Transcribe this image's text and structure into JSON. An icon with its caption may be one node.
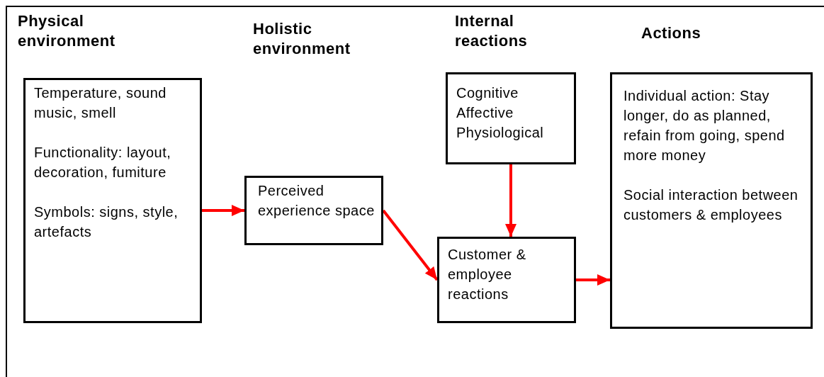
{
  "diagram": {
    "nodes": [
      {
        "text": [
          "Temperature, sound music, smell",
          "Functionality: layout, decoration, fumiture",
          "Symbols: signs, style, artefacts"
        ]
      },
      {
        "text": [
          "Perceived experience space"
        ]
      },
      {
        "text": [
          "Cognitive Affective Physiological"
        ]
      },
      {
        "text": [
          "Customer & employee reactions"
        ]
      },
      {
        "text": [
          "Individual action: Stay longer, do as planned, refain from going, spend more money",
          "Social interaction between customers & employees"
        ]
      }
    ],
    "edges": [
      {
        "from": 0,
        "to": 1,
        "arrow": "to"
      },
      {
        "from": 1,
        "to": 3,
        "arrow": "to"
      },
      {
        "from": 2,
        "to": 3,
        "arrow": "to"
      },
      {
        "from": 3,
        "to": 4,
        "arrow": "to"
      }
    ],
    "labels": [
      "Physical environment",
      "Holistic environment",
      "Internal reactions",
      "Actions"
    ]
  }
}
